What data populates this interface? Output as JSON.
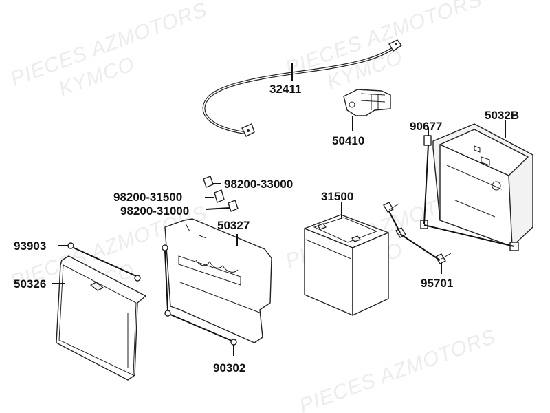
{
  "watermark": {
    "line1": "PIECES AZMOTORS",
    "line2": "KYMCO"
  },
  "labels": {
    "p32411": "32411",
    "p50410": "50410",
    "p90677": "90677",
    "p5032B": "5032B",
    "p98200_33000": "98200-33000",
    "p98200_31500": "98200-31500",
    "p98200_31000": "98200-31000",
    "p50327": "50327",
    "p31500": "31500",
    "p93903": "93903",
    "p50326": "50326",
    "p95701": "95701",
    "p90302": "90302"
  }
}
